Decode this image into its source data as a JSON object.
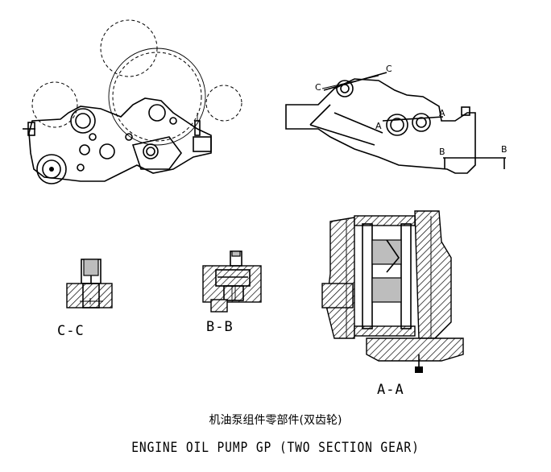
{
  "title_cn": "机油泵组件零部件(双齿轮)",
  "title_en": "ENGINE OIL PUMP GP (TWO SECTION GEAR)",
  "section_labels": {
    "cc": "C-C",
    "bb": "B-B",
    "aa": "A-A"
  },
  "section_marks": {
    "c_top": "C",
    "c_left": "C",
    "a_left": "A",
    "a_right": "A",
    "b_left": "B",
    "b_right": "B"
  }
}
